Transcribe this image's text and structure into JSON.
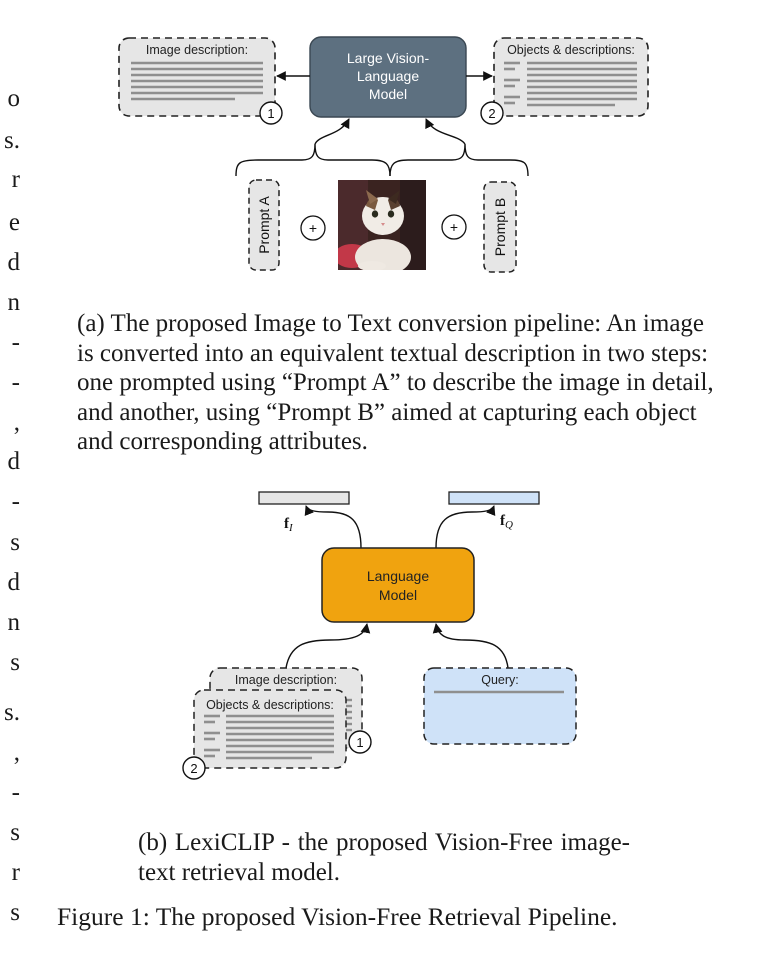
{
  "margin_text": [
    "o",
    "s.",
    "r",
    "e",
    "d",
    "n",
    "-",
    "-",
    ",",
    "d",
    "-",
    "s",
    "d",
    "n",
    "s",
    "s.",
    ",",
    "-",
    "s",
    "r",
    "s"
  ],
  "colors": {
    "lvlm_fill": "#5d7080",
    "lm_fill": "#f0a30f",
    "query_fill": "#cfe2f8",
    "gray_box_fill": "#e6e6e6",
    "line_gray": "#8f8f8f"
  },
  "diagram_a": {
    "lvlm_label": [
      "Large Vision-",
      "Language",
      "Model"
    ],
    "image_desc_title": "Image description:",
    "objects_desc_title": "Objects & descriptions:",
    "badge_1": "1",
    "badge_2": "2",
    "prompt_a": "Prompt A",
    "prompt_b": "Prompt B",
    "plus": "+",
    "image_icon": "cat-photo"
  },
  "caption_a": "(a) The proposed Image to Text conversion pipeline: An image is converted into an equivalent textual description in two steps: one prompted using “Prompt A” to describe the image in detail, and another, using “Prompt B” aimed at capturing each object and corresponding attributes.",
  "diagram_b": {
    "lm_label": [
      "Language",
      "Model"
    ],
    "f_i_bold": "f",
    "f_i_sub": "I",
    "f_q_bold": "f",
    "f_q_sub": "Q",
    "image_desc_title": "Image description:",
    "objects_desc_title": "Objects & descriptions:",
    "query_title": "Query:",
    "badge_1": "1",
    "badge_2": "2"
  },
  "caption_b": "(b) LexiCLIP - the proposed Vision-Free image-text retrieval model.",
  "figure_caption": "Figure 1: The proposed Vision-Free Retrieval Pipeline."
}
